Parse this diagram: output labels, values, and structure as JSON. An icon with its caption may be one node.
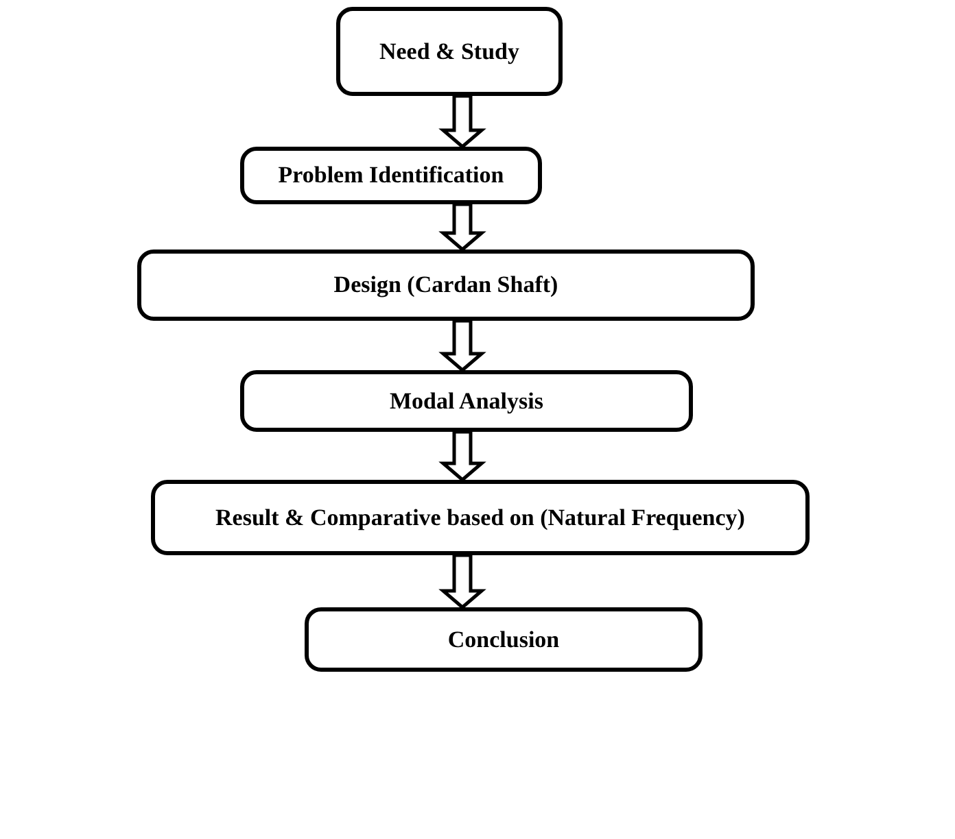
{
  "diagram": {
    "nodes": [
      {
        "text": [
          "Need & Study"
        ]
      },
      {
        "text": [
          "Problem Identification"
        ]
      },
      {
        "text": [
          "Design (Cardan Shaft)"
        ]
      },
      {
        "text": [
          "Modal Analysis"
        ]
      },
      {
        "text": [
          "Result & Comparative based on (Natural Frequency)"
        ]
      },
      {
        "text": [
          "Conclusion"
        ]
      }
    ],
    "edges": [
      {
        "from": 0,
        "to": 1,
        "arrow": "to"
      },
      {
        "from": 1,
        "to": 2,
        "arrow": "to"
      },
      {
        "from": 2,
        "to": 3,
        "arrow": "to"
      },
      {
        "from": 3,
        "to": 4,
        "arrow": "to"
      },
      {
        "from": 4,
        "to": 5,
        "arrow": "to"
      }
    ]
  }
}
